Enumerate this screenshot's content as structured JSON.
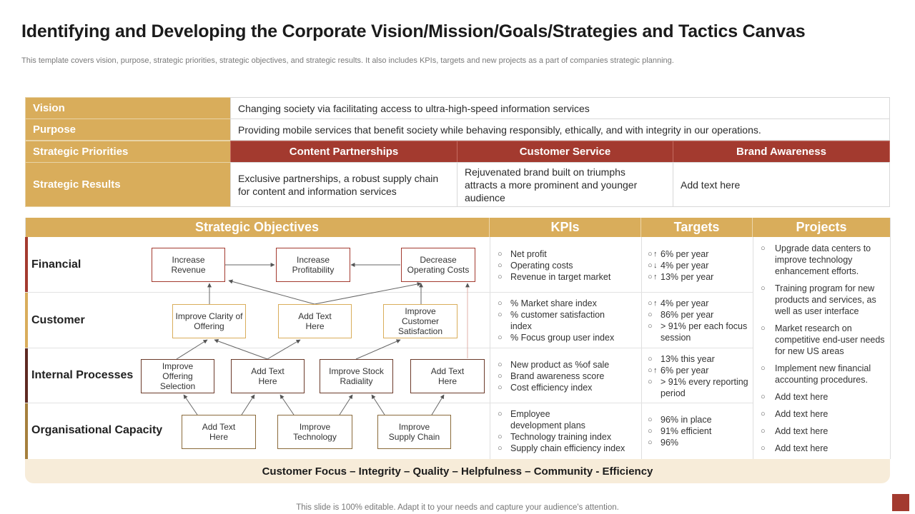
{
  "title": "Identifying and Developing the Corporate Vision/Mission/Goals/Strategies and Tactics Canvas",
  "subtitle": "This template covers vision, purpose, strategic priorities, strategic objectives, and strategic results. It also includes KPIs, targets and new projects as a part of companies strategic planning.",
  "top_table": {
    "vision_label": "Vision",
    "vision_text": "Changing society via facilitating access to ultra-high-speed information services",
    "purpose_label": "Purpose",
    "purpose_text": "Providing mobile services that benefit society while behaving responsibly, ethically, and with integrity in our operations.",
    "priorities_label": "Strategic Priorities",
    "priorities": [
      "Content Partnerships",
      "Customer Service",
      "Brand Awareness"
    ],
    "results_label": "Strategic Results",
    "results": [
      "Exclusive partnerships, a robust supply chain for content and information services",
      "Rejuvenated brand built on triumphs attracts a more prominent and younger audience",
      "Add text here"
    ]
  },
  "canvas": {
    "headers": {
      "objectives": "Strategic Objectives",
      "kpis": "KPIs",
      "targets": "Targets",
      "projects": "Projects"
    },
    "rows": [
      {
        "label": "Financial",
        "nodes": [
          "Increase Revenue",
          "Increase Profitability",
          "Decrease Operating Costs"
        ],
        "kpis": [
          "Net profit",
          "Operating costs",
          "Revenue  in target market"
        ],
        "targets": [
          "6% per year",
          "4% per year",
          "13% per year"
        ]
      },
      {
        "label": "Customer",
        "nodes": [
          "Improve Clarity of Offering",
          "Add Text Here",
          "Improve Customer Satisfaction"
        ],
        "kpis": [
          "% Market share index",
          "% customer satisfaction index",
          "% Focus group user index"
        ],
        "targets": [
          "4% per year",
          "86% per year",
          "> 91% per each focus session"
        ]
      },
      {
        "label": "Internal Processes",
        "nodes": [
          "Improve Offering Selection",
          "Add Text Here",
          "Improve Stock Radiality",
          "Add Text Here"
        ],
        "kpis": [
          "New product as %of sale",
          "Brand awareness  score",
          "Cost efficiency index"
        ],
        "targets": [
          "13% this year",
          "6% per year",
          "> 91% every reporting period"
        ]
      },
      {
        "label": "Organisational Capacity",
        "nodes": [
          "Add Text Here",
          "Improve Technology",
          "Improve Supply Chain"
        ],
        "kpis": [
          "Employee development  plans",
          "Technology training index",
          "Supply chain efficiency index"
        ],
        "targets": [
          "96% in place",
          "91% efficient",
          "96%"
        ]
      }
    ],
    "projects": [
      "Upgrade data centers to improve technology enhancement efforts.",
      "Training program for new products and services, as well as user interface",
      "Market research on competitive end-user needs for new US areas",
      "Implement new financial accounting procedures.",
      "Add text here",
      "Add text here",
      "Add text here",
      "Add text here"
    ],
    "values": "Customer Focus – Integrity  – Quality  – Helpfulness – Community - Efficiency"
  },
  "footer": "This slide is 100% editable. Adapt it to your needs and capture your audience's attention.",
  "colors": {
    "gold": "#d9ad5b",
    "red": "#a33a2f",
    "cream": "#f7ecd9"
  },
  "icons": [
    "up-arrow-icon",
    "down-arrow-icon",
    "bullet-circle-icon"
  ]
}
